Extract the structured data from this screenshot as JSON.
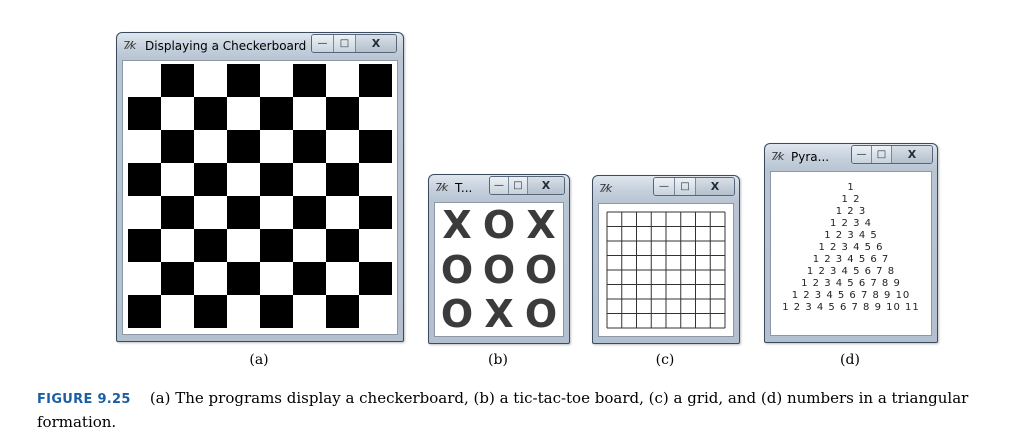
{
  "windows": {
    "a": {
      "title": "Displaying a Checkerboard",
      "icon": "7⁄k"
    },
    "b": {
      "title": "T...",
      "icon": "7⁄k"
    },
    "c": {
      "title": "",
      "icon": "7⁄k"
    },
    "d": {
      "title": "Pyra...",
      "icon": "7⁄k"
    }
  },
  "window_buttons": {
    "minimize": "—",
    "maximize": "□",
    "close": "X"
  },
  "checkerboard": {
    "rows": 8,
    "cols": 8,
    "top_left_color": "white",
    "colors": {
      "dark": "#000000",
      "light": "#ffffff"
    }
  },
  "tictactoe": {
    "cells": [
      [
        "X",
        "O",
        "X"
      ],
      [
        "O",
        "O",
        "O"
      ],
      [
        "O",
        "X",
        "O"
      ]
    ]
  },
  "grid": {
    "rows": 8,
    "cols": 8
  },
  "pyramid": {
    "lines": [
      "1",
      "1 2",
      "1 2 3",
      "1 2 3 4",
      "1 2 3 4 5",
      "1 2 3 4 5 6",
      "1 2 3 4 5 6 7",
      "1 2 3 4 5 6 7 8",
      "1 2 3 4 5 6 7 8 9",
      "1 2 3 4 5 6 7 8 9 10",
      "1 2 3 4 5 6 7 8 9 10 11"
    ]
  },
  "sublabels": {
    "a": "(a)",
    "b": "(b)",
    "c": "(c)",
    "d": "(d)"
  },
  "caption": {
    "label": "FIGURE 9.25",
    "text": "(a) The programs display a checkerboard, (b) a tic-tac-toe board, (c) a grid, and (d) numbers in a triangular formation."
  }
}
